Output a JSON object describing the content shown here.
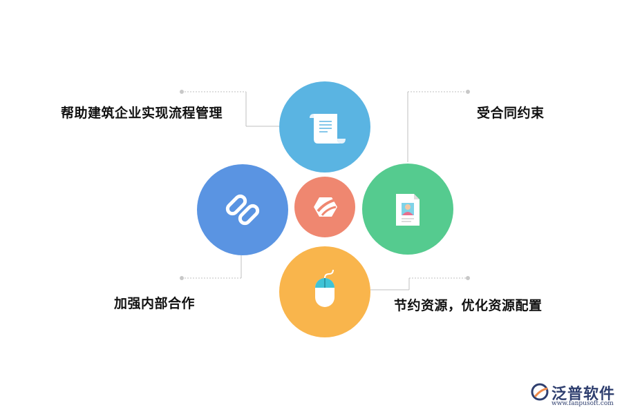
{
  "diagram": {
    "labels": {
      "top_left": "帮助建筑企业实现流程管理",
      "top_right": "受合同约束",
      "bottom_left": "加强内部合作",
      "bottom_right": "节约资源，优化资源配置"
    },
    "nodes": [
      {
        "id": "top",
        "color": "#5ab4e2",
        "icon": "scroll-icon"
      },
      {
        "id": "left",
        "color": "#5a94e2",
        "icon": "link-chain-icon"
      },
      {
        "id": "center",
        "color": "#ef8770",
        "icon": "center-brand-icon"
      },
      {
        "id": "right",
        "color": "#55cb8f",
        "icon": "id-card-icon"
      },
      {
        "id": "bottom",
        "color": "#f9b54c",
        "icon": "mouse-icon"
      }
    ]
  },
  "brand": {
    "name": "泛普软件",
    "url": "www.fanpusoft.com"
  }
}
